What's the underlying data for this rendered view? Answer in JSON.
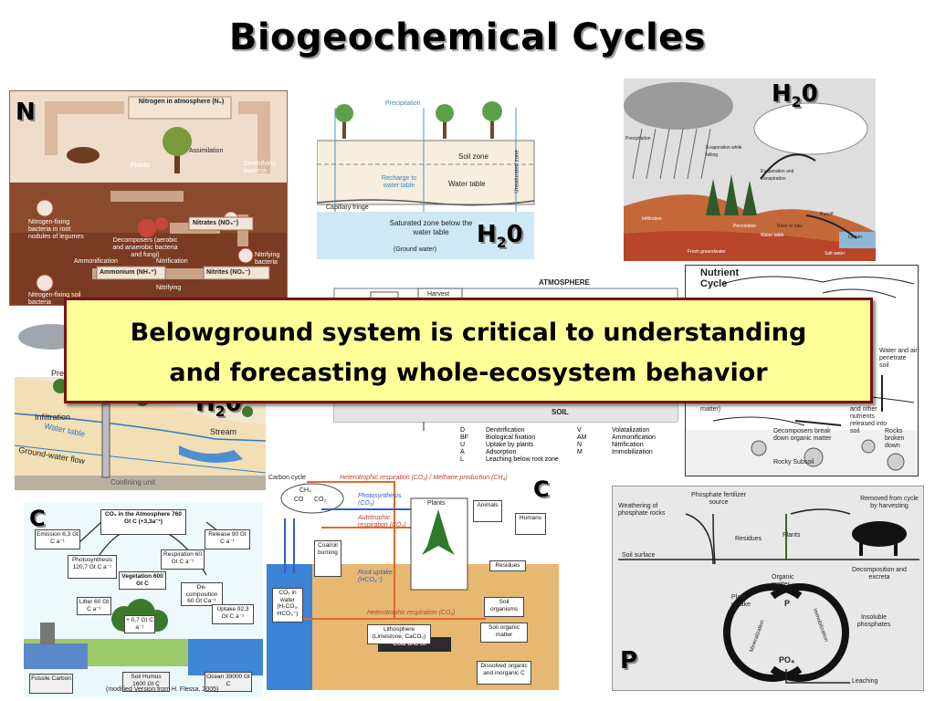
{
  "title": "Biogeochemical Cycles",
  "callout": {
    "line1": "Belowground system is critical to understanding",
    "line2": "and forecasting whole-ecosystem behavior"
  },
  "nitrogen_panel": {
    "tag": "N",
    "labels": {
      "atmosphere": "Nitrogen in atmosphere (N₂)",
      "plants": "Plants",
      "assimilation": "Assimilation",
      "denitrifying": "Denitrifying bacteria",
      "fixing": "Nitrogen-fixing bacteria in root nodules of legumes",
      "decomposers": "Decomposers (aerobic and anaerobic bacteria and fungi)",
      "nitrates": "Nitrates (NO₃⁻)",
      "nitrifying": "Nitrifying bacteria",
      "ammonification": "Ammonification",
      "nitrification": "Nitrification",
      "ammonium": "Ammonium (NH₄⁺)",
      "nitrites": "Nitrites (NO₂⁻)",
      "nitrifying2": "Nitrifying",
      "soil_bacteria": "Nitrogen-fixing soil bacteria"
    },
    "colors": {
      "soil": "#7a3b22",
      "sky": "#ead3bf",
      "arrow": "#d9b89e"
    }
  },
  "groundwater_panel": {
    "tag_main": "H",
    "tag_sub": "2",
    "tag_end": "0",
    "labels": {
      "precipitation": "Precipitation",
      "soil_zone": "Soil zone",
      "unsaturated": "Unsaturated zone",
      "recharge": "Recharge to water table",
      "water_table": "Water table",
      "capillary": "Capillary fringe",
      "saturated": "Saturated zone below the water table",
      "ground_water": "(Ground water)"
    }
  },
  "water_cycle_panel": {
    "tag_main": "H",
    "tag_sub": "2",
    "tag_end": "0",
    "labels": {
      "precipitation": "Precipitation",
      "evaporation": "Evaporation while falling",
      "transpiration": "Evaporation and transpiration",
      "infiltration": "Infiltration",
      "percolation": "Percolation",
      "runoff": "Runoff",
      "water_table": "Water table",
      "fresh_groundwater": "Fresh groundwater",
      "salt_water": "Salt water",
      "ocean": "Ocean",
      "river": "River or lake"
    }
  },
  "atmosphere_panel": {
    "atmosphere": "ATMOSPHERE",
    "harvest": "Harvest",
    "soil": "SOIL",
    "legend_left": [
      {
        "code": "D",
        "text": "Denitrification"
      },
      {
        "code": "BF",
        "text": "Biological fixation"
      },
      {
        "code": "U",
        "text": "Uptake by plants"
      },
      {
        "code": "A",
        "text": "Adsorption"
      },
      {
        "code": "L",
        "text": "Leaching below root zone"
      }
    ],
    "legend_right": [
      {
        "code": "V",
        "text": "Volatalization"
      },
      {
        "code": "AM",
        "text": "Ammonification"
      },
      {
        "code": "N",
        "text": "Nitrification"
      },
      {
        "code": "M",
        "text": "Immobilization"
      }
    ]
  },
  "nutrient_panel": {
    "title": "Nutrient Cycle",
    "labels": {
      "water_air": "Water and air penetrate soil",
      "matter": "matter)",
      "release": "and other nutrients released into soil",
      "decomposers": "Decomposers break down organic matter",
      "rocks": "Rocks broken down",
      "subsoil": "Rocky Subsoil"
    }
  },
  "infiltration_panel": {
    "tag_main": "H",
    "tag_sub": "2",
    "tag_end": "0",
    "labels": {
      "precip": "Pre",
      "infiltration": "Infiltration",
      "water_table": "Water table",
      "stream": "Stream",
      "groundwater_flow": "Ground-water flow",
      "confining": "Confining unit"
    }
  },
  "carbon_left_panel": {
    "tag": "C",
    "boxes": {
      "atmosphere": "CO₂ in the Atmosphere 760 Gt C (+3,3a⁻¹)",
      "emission": "Emission 6,3 Gt C a⁻¹",
      "release": "Release 90 Gt C a⁻¹",
      "photosynthesis": "Photosynthesis 120,7 Gt C a⁻¹",
      "respiration": "Respiration 60 Gt C a⁻¹",
      "vegetation": "Vegetation 600 Gt C",
      "decomposition": "De-composition 60 Gt Ca⁻¹",
      "uptake": "Uptake 92,3 Gt C a⁻¹",
      "litter": "Litter 60 Gt C a⁻¹",
      "growth": "+ 0,7 Gt C a⁻¹",
      "fossile": "Fossile Carbon",
      "humus": "Soil Humus 1600 Gt C",
      "ocean": "Ocean 39000 Gt C"
    },
    "credit": "(modified Version from H. Flessa, 2005)"
  },
  "carbon_mid_panel": {
    "tag": "C",
    "title": "Carbon cycle",
    "labels": {
      "hetero_top": "Heterotrophic respiration (CO₂) / Methane production (CH₄)",
      "photosynthesis": "Photosynthesis (CO₂)",
      "autotrophic": "Autotrophic respiration (CO₂)",
      "root_uptake": "Root uptake (HCO₃⁻)",
      "hetero_bottom": "Heterotrophic respiration (CO₂)",
      "co2_water": "CO₂ in water (H₂CO₃, HCO₃⁻)",
      "plants": "Plants",
      "animals": "Animals",
      "humans": "Humans",
      "coal_burning": "Coal/oil burning",
      "residues": "Residues",
      "soil_organisms": "Soil organisms",
      "soil_organic": "Soil organic matter",
      "lithosphere": "Lithosphere (Limestone, CaCO₃)",
      "coal_oil": "Coal and oil",
      "dissolved": "Dissolved organic and inorganic C",
      "ch4": "CH₄",
      "co": "CO",
      "co2": "CO₂"
    }
  },
  "phosphorus_panel": {
    "tag": "P",
    "labels": {
      "weathering": "Weathering of phosphate rocks",
      "fertilizer": "Phosphate fertilizer source",
      "removed": "Removed from cycle by harvesting",
      "residues": "Residues",
      "plants": "Plants",
      "soil_surface": "Soil surface",
      "organic": "Organic matter",
      "decomposition": "Decomposition and excreta",
      "uptake": "Plant uptake",
      "p": "P",
      "mineralization": "Mineralization",
      "immobilization": "Immobilization",
      "insoluble": "Insoluble phosphates",
      "po4": "PO₄",
      "leaching": "Leaching"
    }
  }
}
